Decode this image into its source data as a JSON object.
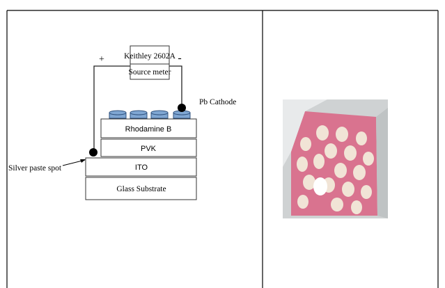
{
  "diagram": {
    "source_meter": {
      "line1": "Keithley 2602A",
      "line2": "Source meter"
    },
    "plus_sign": "+",
    "minus_sign": "-",
    "cathode_label": "Pb Cathode",
    "silver_label": "Silver paste spot",
    "layers": [
      "Rhodamine B",
      "PVK",
      "ITO",
      "Glass Substrate"
    ]
  },
  "photo": {
    "description_colors": {
      "film": "#d9738f",
      "dot": "#f1e4d6",
      "substrate": "#cfd2d3"
    }
  }
}
